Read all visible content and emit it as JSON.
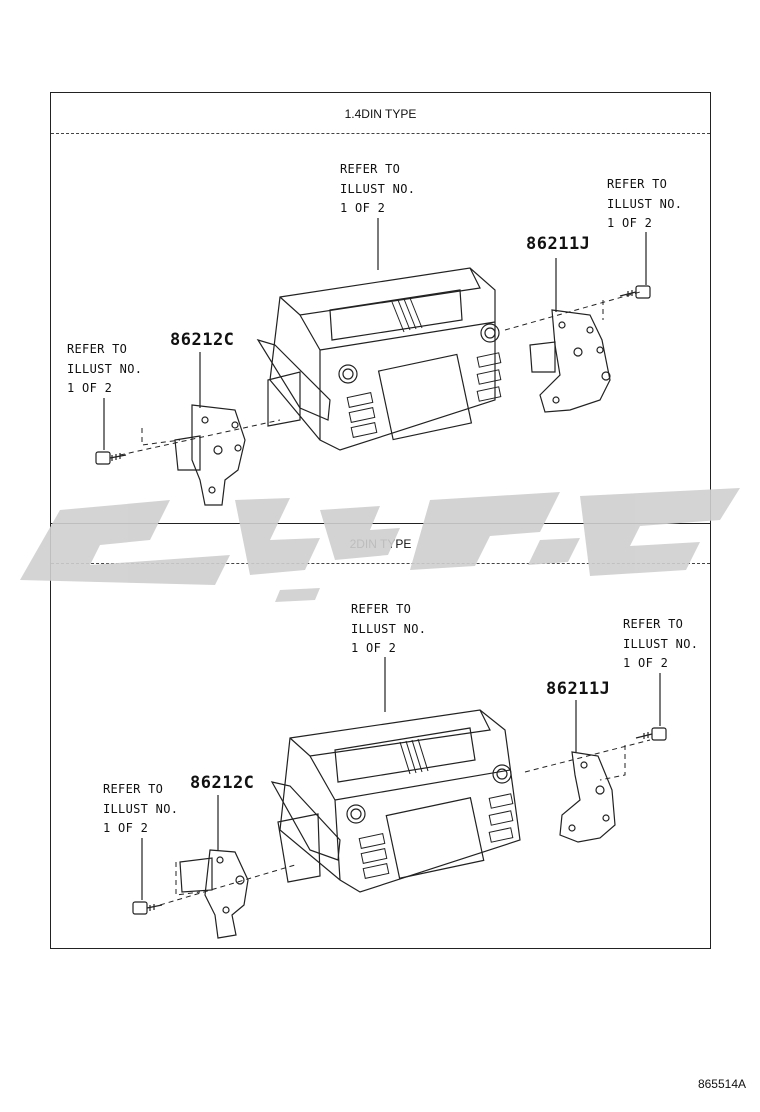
{
  "sections": [
    {
      "title": "1.4DIN TYPE",
      "notes": {
        "center": "REFER TO\nILLUST NO.\n1 OF 2",
        "right": "REFER TO\nILLUST NO.\n1 OF 2",
        "left": "REFER TO\nILLUST NO.\n1 OF 2"
      },
      "parts": {
        "right": "86211J",
        "left": "86212C"
      }
    },
    {
      "title": "2DIN TYPE",
      "notes": {
        "center": "REFER TO\nILLUST NO.\n1 OF 2",
        "right": "REFER TO\nILLUST NO.\n1 OF 2",
        "left": "REFER TO\nILLUST NO.\n1 OF 2"
      },
      "parts": {
        "right": "86211J",
        "left": "86212C"
      }
    }
  ],
  "illustration_code": "865514A",
  "colors": {
    "line": "#222222",
    "watermark": "#cfcfcf"
  }
}
